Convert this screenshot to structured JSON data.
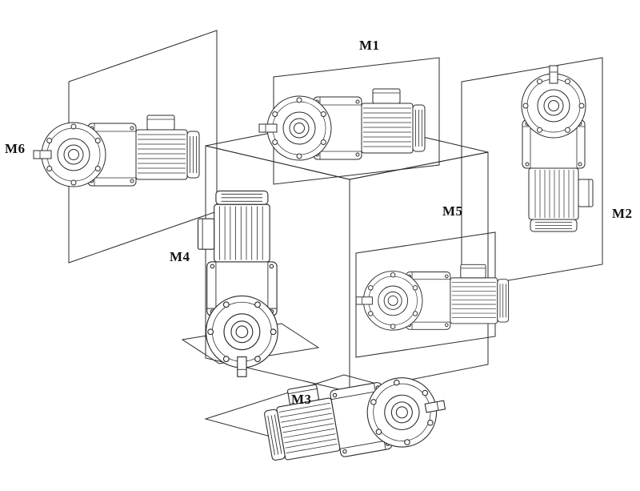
{
  "diagram": {
    "subject": "gearmotor-mounting-positions-cube",
    "positions": [
      {
        "id": "M1",
        "label": "M1"
      },
      {
        "id": "M2",
        "label": "M2"
      },
      {
        "id": "M3",
        "label": "M3"
      },
      {
        "id": "M4",
        "label": "M4"
      },
      {
        "id": "M5",
        "label": "M5"
      },
      {
        "id": "M6",
        "label": "M6"
      }
    ],
    "colors": {
      "line": "#2b2b2b",
      "background": "#ffffff",
      "text": "#111111"
    }
  }
}
